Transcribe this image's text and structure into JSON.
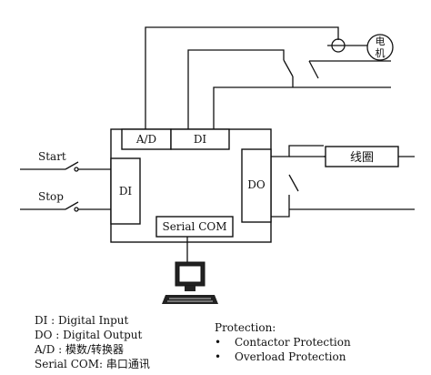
{
  "diagram": {
    "modules": {
      "ad": "A/D",
      "di_top": "DI",
      "di_left": "DI",
      "do": "DO",
      "serial": "Serial COM"
    },
    "inputs": {
      "start": "Start",
      "stop": "Stop"
    },
    "coil": "线圈",
    "motor": {
      "line1": "电",
      "line2": "机"
    }
  },
  "legend": {
    "items": [
      "DI : Digital Input",
      "DO : Digital Output",
      "A/D : 模数/转换器",
      "Serial COM: 串口通讯"
    ]
  },
  "protection": {
    "title": "Protection:",
    "items": [
      "Contactor Protection",
      "Overload Protection"
    ]
  }
}
